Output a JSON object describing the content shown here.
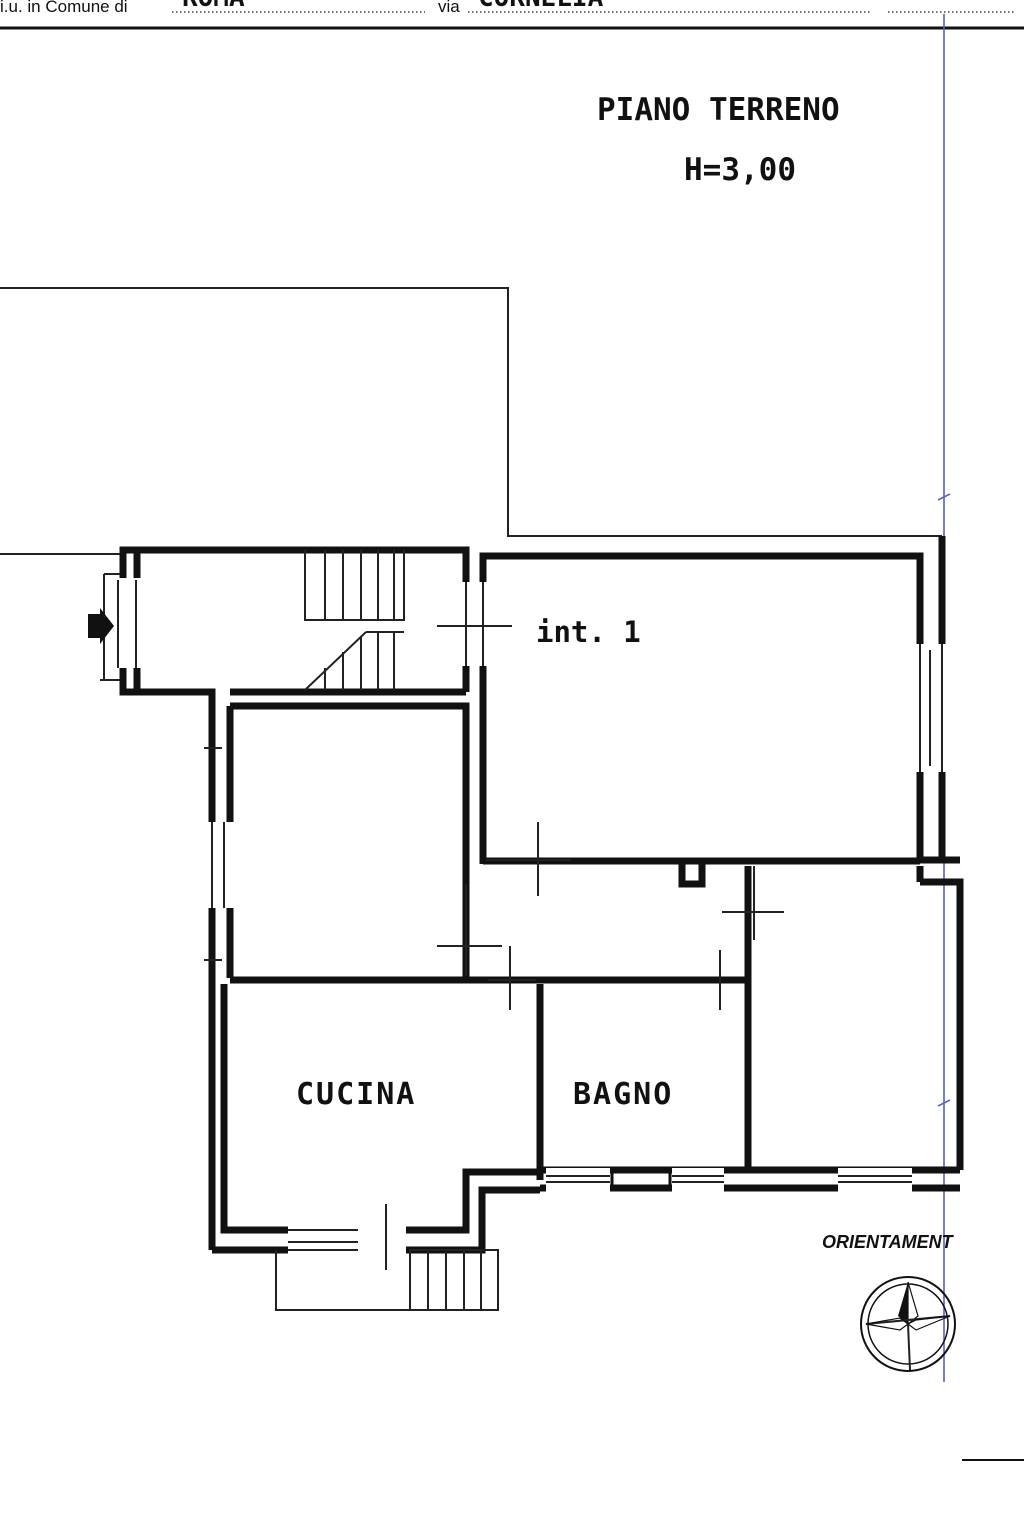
{
  "header": {
    "comune_label": "i.u. in Comune di",
    "comune_value": "ROMA",
    "via_label": "via",
    "via_value": "CORNELIA"
  },
  "plan": {
    "title": "PIANO  TERRENO",
    "height_note": "H=3,00"
  },
  "rooms": {
    "unit": "int. 1",
    "kitchen": "CUCINA",
    "bathroom": "BAGNO"
  },
  "orientation": {
    "label": "ORIENTAMENT"
  },
  "icons": {
    "entrance": "entrance-arrow-icon",
    "compass": "compass-rose-icon"
  },
  "colors": {
    "ink": "#111111",
    "margin_line": "#5560c8"
  }
}
